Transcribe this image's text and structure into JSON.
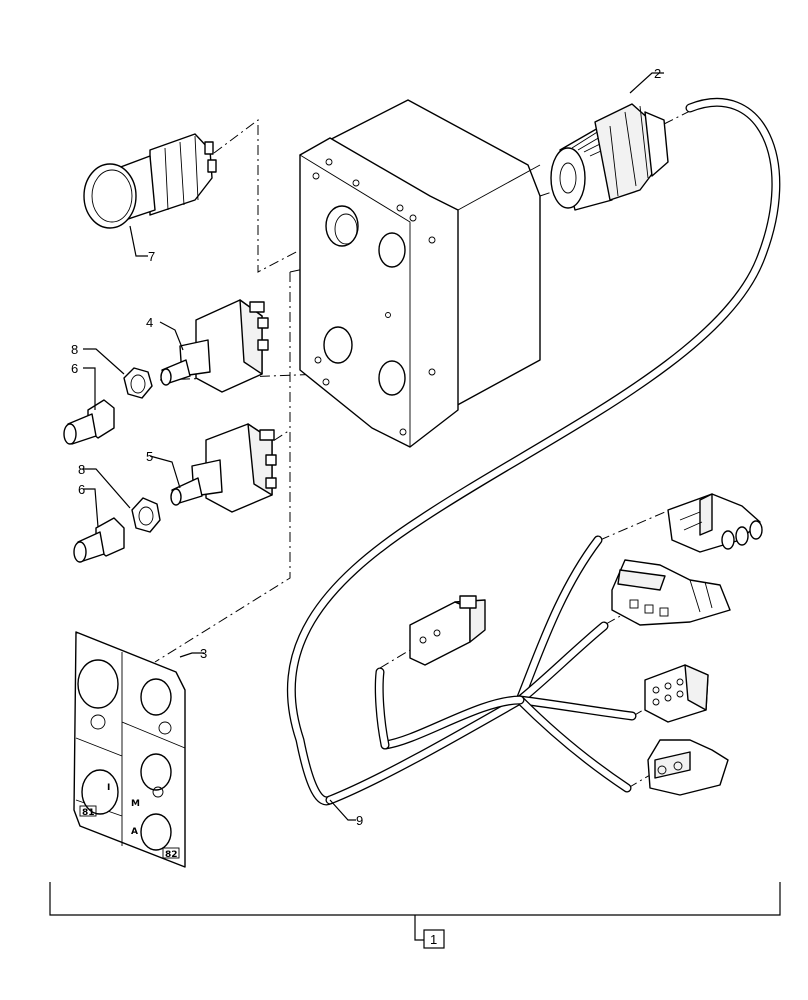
{
  "callouts": {
    "c1": "1",
    "c2": "2",
    "c3": "3",
    "c4": "4",
    "c5": "5",
    "c6a": "6",
    "c6b": "6",
    "c7": "7",
    "c8a": "8",
    "c8b": "8",
    "c9": "9"
  },
  "panel_marks": {
    "s1": "I",
    "s2": "M",
    "s3": "A",
    "badge_left": "81",
    "badge_right": "82"
  }
}
